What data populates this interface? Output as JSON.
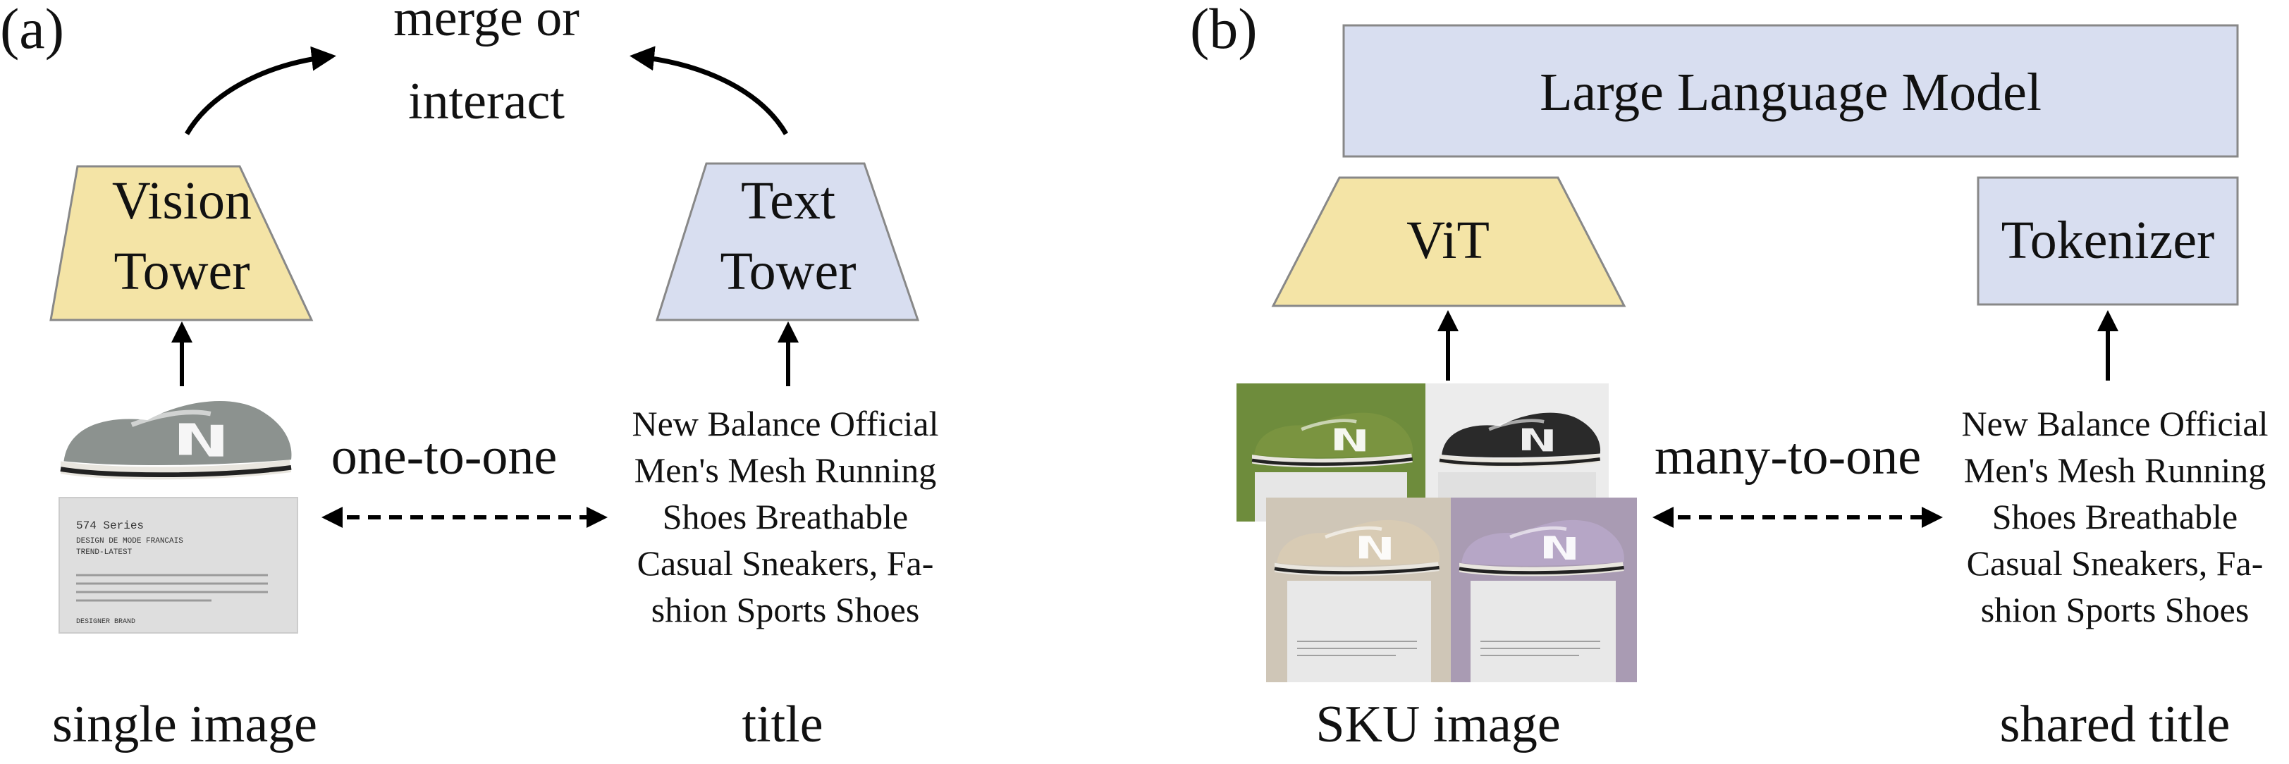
{
  "colors": {
    "vision": "#f4e4a6",
    "text_tower": "#d8def0",
    "llm": "#d8def0",
    "stroke": "#888888",
    "arrow": "#000000"
  },
  "panel_a": {
    "label": "(a)",
    "top_label_line1": "merge or",
    "top_label_line2": "interact",
    "vision_tower_line1": "Vision",
    "vision_tower_line2": "Tower",
    "text_tower_line1": "Text",
    "text_tower_line2": "Tower",
    "relation": "one-to-one",
    "title_lines": [
      "New Balance Official",
      "Men's Mesh Running",
      "Shoes Breathable",
      "Casual Sneakers, Fa-",
      "shion Sports Shoes"
    ],
    "caption_image": "single image",
    "caption_title": "title"
  },
  "panel_b": {
    "label": "(b)",
    "llm": "Large Language Model",
    "vit": "ViT",
    "tokenizer": "Tokenizer",
    "relation": "many-to-one",
    "title_lines": [
      "New Balance Official",
      "Men's Mesh Running",
      "Shoes Breathable",
      "Casual Sneakers, Fa-",
      "shion Sports Shoes"
    ],
    "caption_image": "SKU image",
    "caption_title": "shared title"
  },
  "product_photo": {
    "pedestal_series": "574 Series",
    "pedestal_line1": "DESIGN DE MODE FRANCAIS",
    "pedestal_line2": "TREND-LATEST",
    "pedestal_footer": "DESIGNER BRAND",
    "sku_colors": [
      "olive green",
      "black",
      "beige",
      "lavender"
    ]
  }
}
